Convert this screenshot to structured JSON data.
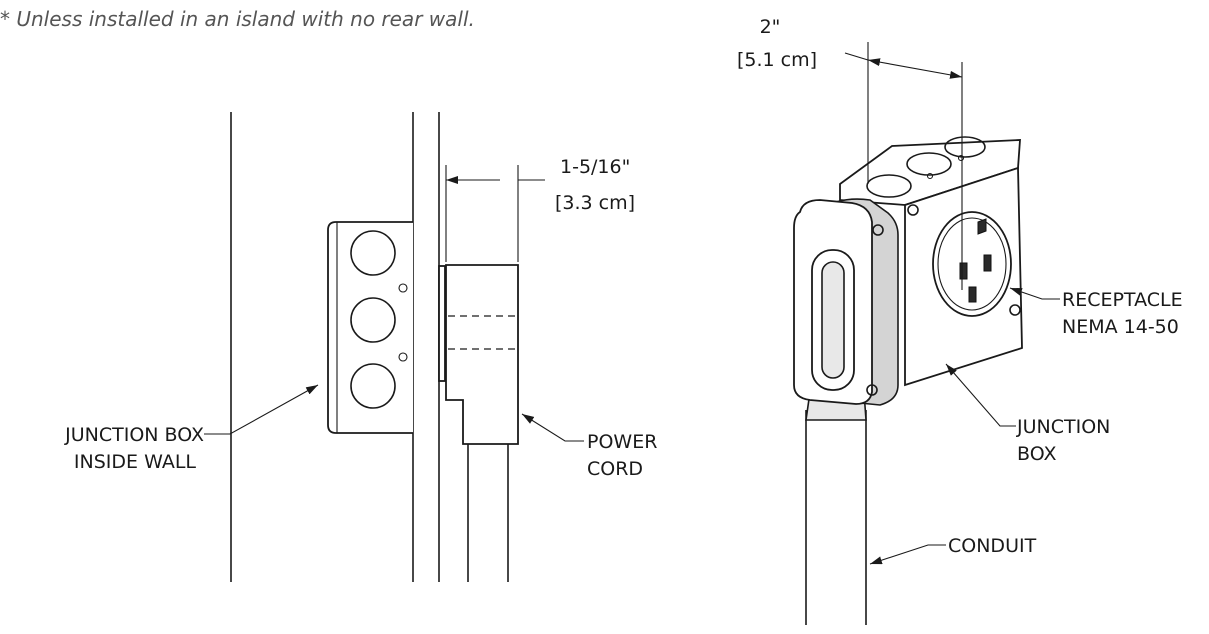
{
  "note": "* Unless installed in an island with no rear wall.",
  "left_view": {
    "dimension": {
      "inches": "1-5/16\"",
      "metric": "[3.3 cm]"
    },
    "labels": {
      "junction_box_line1": "JUNCTION BOX",
      "junction_box_line2": "INSIDE WALL",
      "power_cord_line1": "POWER",
      "power_cord_line2": "CORD"
    }
  },
  "right_view": {
    "dimension": {
      "inches": "2\"",
      "metric": "[5.1 cm]"
    },
    "labels": {
      "receptacle_line1": "RECEPTACLE",
      "receptacle_line2": "NEMA 14-50",
      "junction_box_line1": "JUNCTION",
      "junction_box_line2": "BOX",
      "conduit": "CONDUIT"
    }
  },
  "colors": {
    "line": "#1a1a1a",
    "note": "#555555",
    "background": "#ffffff"
  }
}
